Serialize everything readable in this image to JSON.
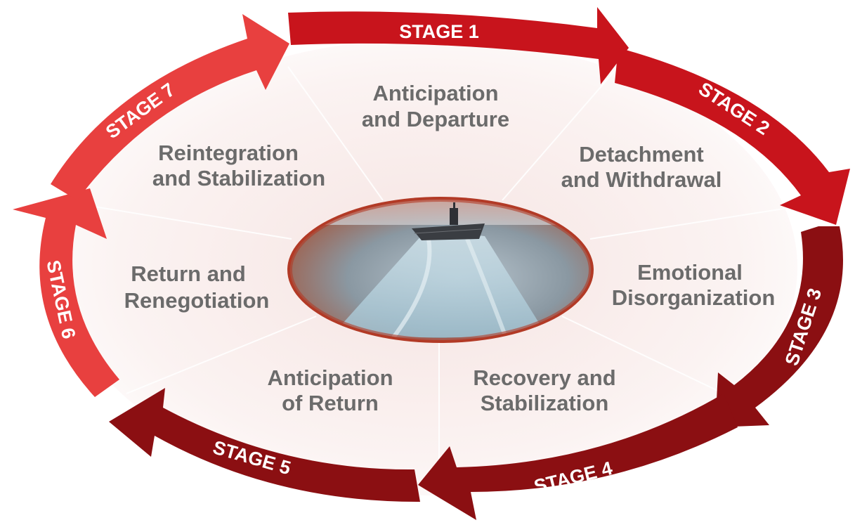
{
  "stages": [
    {
      "label": "STAGE 1",
      "title_line1": "Anticipation",
      "title_line2": "and Departure"
    },
    {
      "label": "STAGE 2",
      "title_line1": "Detachment",
      "title_line2": "and Withdrawal"
    },
    {
      "label": "STAGE 3",
      "title_line1": "Emotional",
      "title_line2": "Disorganization"
    },
    {
      "label": "STAGE 4",
      "title_line1": "Recovery and",
      "title_line2": "Stabilization"
    },
    {
      "label": "STAGE 5",
      "title_line1": "Anticipation",
      "title_line2": "of Return"
    },
    {
      "label": "STAGE 6",
      "title_line1": "Return and",
      "title_line2": "Renegotiation"
    },
    {
      "label": "STAGE 7",
      "title_line1": "Reintegration",
      "title_line2": "and Stabilization"
    }
  ],
  "colors": {
    "bright_red": "#e8403f",
    "red": "#c8141c",
    "dark_red": "#8b0f12",
    "text_gray": "#6b6b6b",
    "center_rim": "#a83a2a"
  },
  "center_image_icon": "aircraft-carrier-photo-icon"
}
